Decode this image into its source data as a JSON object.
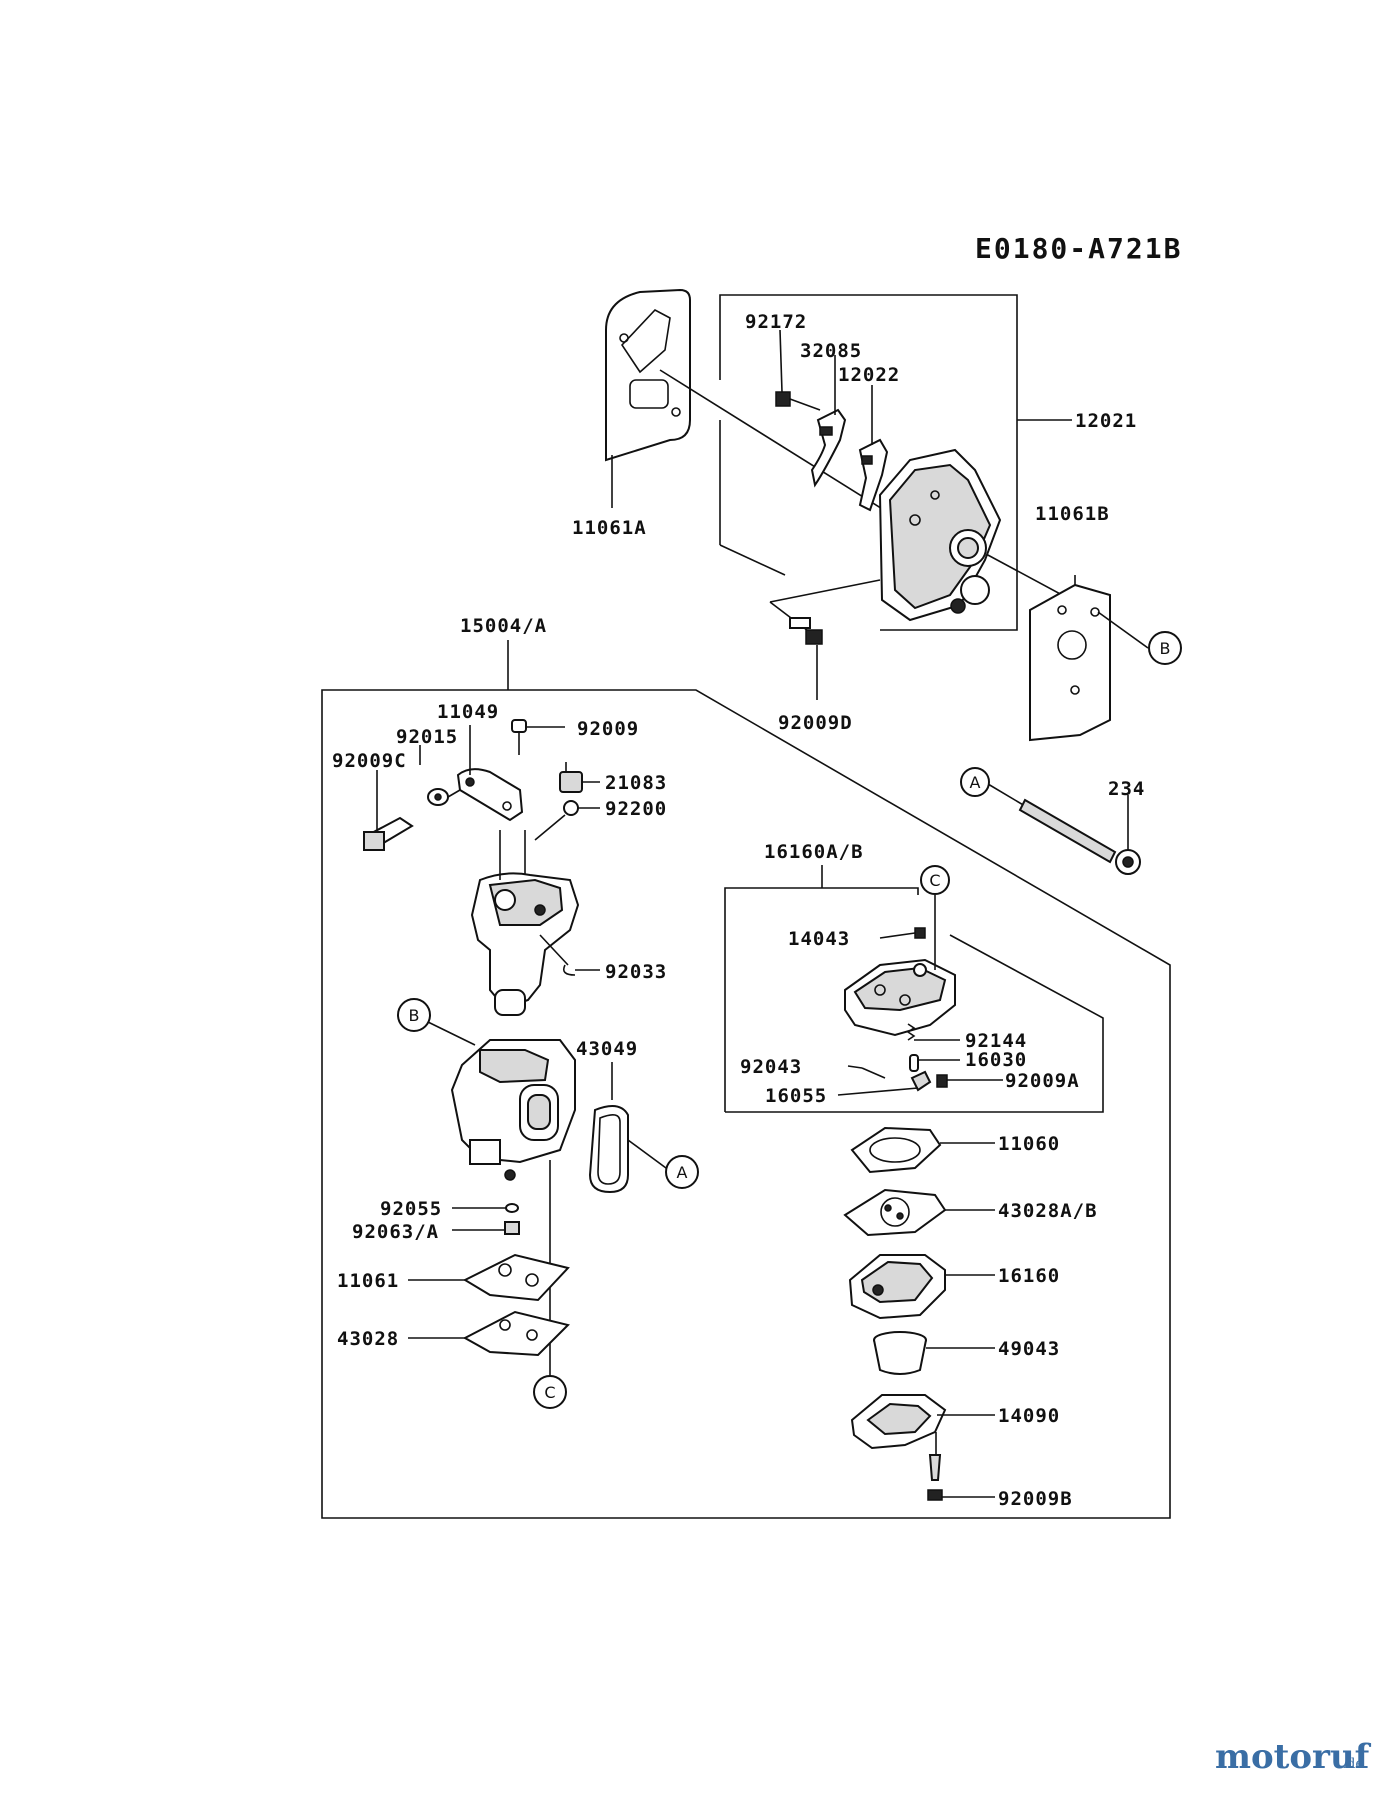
{
  "diagram_code": "E0180-A721B",
  "labels": {
    "p92172": "92172",
    "p32085": "32085",
    "p12022": "12022",
    "p12021": "12021",
    "p11061a": "11061A",
    "p11061b": "11061B",
    "p92009d": "92009D",
    "p15004": "15004/A",
    "p11049": "11049",
    "p92009": "92009",
    "p92015": "92015",
    "p92009c": "92009C",
    "p21083": "21083",
    "p92200": "92200",
    "p92033": "92033",
    "p234": "234",
    "p16160ab": "16160A/B",
    "p14043": "14043",
    "p92144": "92144",
    "p16030": "16030",
    "p92043": "92043",
    "p92009a": "92009A",
    "p16055": "16055",
    "p11060": "11060",
    "p43028ab": "43028A/B",
    "p16160": "16160",
    "p49043": "49043",
    "p14090": "14090",
    "p92009b": "92009B",
    "p43049": "43049",
    "p92055": "92055",
    "p92063": "92063/A",
    "p11061": "11061",
    "p43028": "43028"
  },
  "callouts": {
    "a": "A",
    "b": "B",
    "c": "C"
  },
  "watermark": {
    "brand": "motoruf",
    "tld": ".de"
  }
}
